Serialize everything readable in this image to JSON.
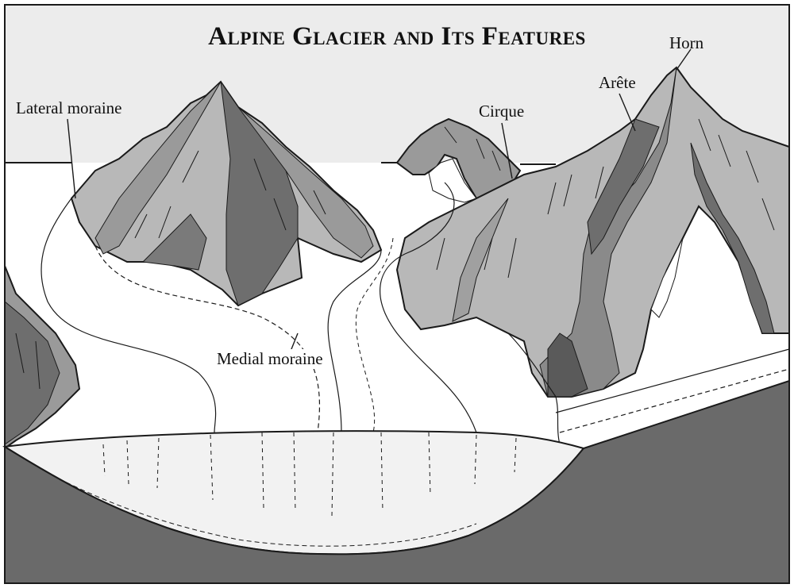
{
  "title": "Alpine Glacier and Its Features",
  "labels": {
    "lateral_moraine": "Lateral moraine",
    "cirque": "Cirque",
    "arete": "Arête",
    "horn": "Horn",
    "medial_moraine": "Medial moraine"
  },
  "colors": {
    "sky": "#ececec",
    "ground": "#6a6a6a",
    "rock_light": "#b8b8b8",
    "rock_mid": "#9a9a9a",
    "rock_dark": "#6e6e6e",
    "ice": "#ffffff",
    "ice_face": "#f2f2f2",
    "outline": "#1a1a1a"
  }
}
